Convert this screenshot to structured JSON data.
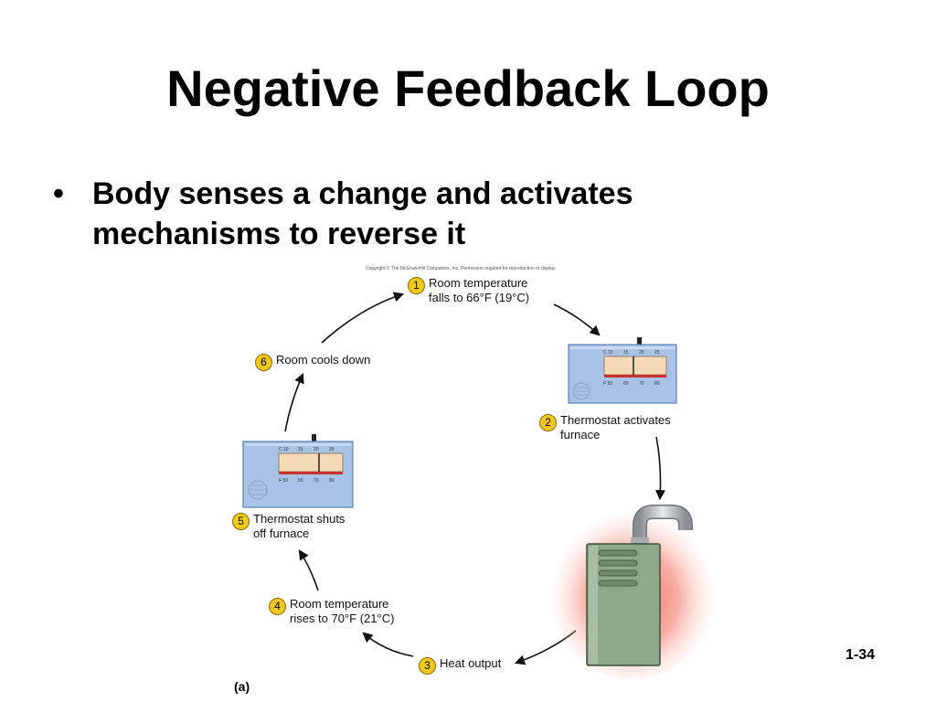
{
  "slide": {
    "title": "Negative Feedback Loop",
    "bullet_symbol": "•",
    "bullet_text": "Body senses a change and activates mechanisms to reverse it",
    "copyright": "Copyright © The McGraw-Hill Companies, Inc. Permission required for reproduction or display.",
    "page_number": "1-34",
    "panel_label": "(a)"
  },
  "diagram": {
    "steps": [
      {
        "number": "1",
        "lines": [
          "Room temperature",
          "falls to 66°F (19°C)"
        ]
      },
      {
        "number": "2",
        "lines": [
          "Thermostat activates",
          "furnace"
        ]
      },
      {
        "number": "3",
        "lines": [
          "Heat output"
        ]
      },
      {
        "number": "4",
        "lines": [
          "Room temperature",
          "rises to 70°F (21°C)"
        ]
      },
      {
        "number": "5",
        "lines": [
          "Thermostat shuts",
          "off furnace"
        ]
      },
      {
        "number": "6",
        "lines": [
          "Room cools down"
        ]
      }
    ],
    "thermostat": {
      "celsius_ticks": [
        "C 10",
        "15",
        "20",
        "25"
      ],
      "fahrenheit_ticks": [
        "F 50",
        "60",
        "70",
        "80"
      ]
    },
    "colors": {
      "step_badge": "#f2c81d",
      "thermostat_body": "#a9c3e6",
      "furnace_body": "#8fa88b",
      "furnace_glow": "#f25a4a",
      "arrow": "#111111"
    }
  }
}
